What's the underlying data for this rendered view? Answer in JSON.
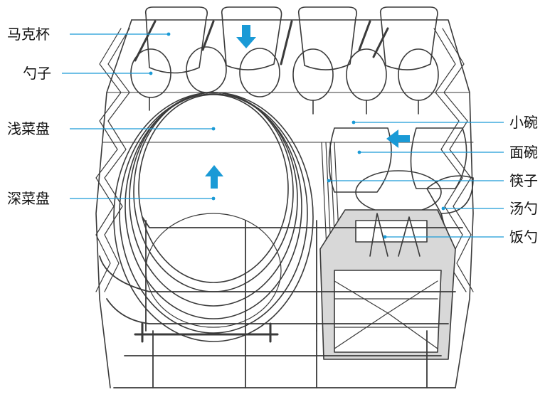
{
  "labels_left": [
    {
      "key": "cup",
      "text": "马克杯"
    },
    {
      "key": "spoon",
      "text": "勺子"
    },
    {
      "key": "shallow_plate",
      "text": "浅菜盘"
    },
    {
      "key": "deep_plate",
      "text": "深菜盘"
    }
  ],
  "labels_right": [
    {
      "key": "small_bowl",
      "text": "小碗"
    },
    {
      "key": "noodle_bowl",
      "text": "面碗"
    },
    {
      "key": "chopsticks",
      "text": "筷子"
    },
    {
      "key": "soup_ladle",
      "text": "汤勺"
    },
    {
      "key": "rice_ladle",
      "text": "饭勺"
    }
  ],
  "colors": {
    "leader_line": "#1a9ad6",
    "arrow": "#1a9ad6",
    "outline": "#3a3a3a",
    "basket_fill": "#d8d8d8",
    "label_text": "#111111"
  },
  "arrows": [
    {
      "name": "down-arrow-icon",
      "direction": "down"
    },
    {
      "name": "up-arrow-icon",
      "direction": "up"
    },
    {
      "name": "left-arrow-icon",
      "direction": "left"
    }
  ]
}
